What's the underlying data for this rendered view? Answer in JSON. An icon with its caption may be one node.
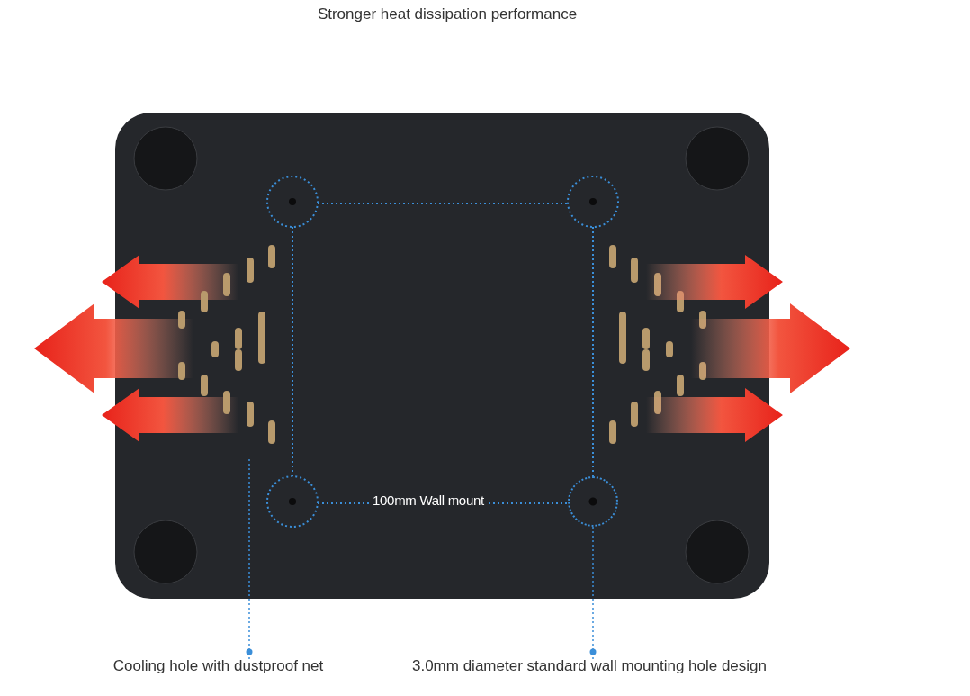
{
  "diagram": {
    "title": "Stronger heat dissipation performance",
    "nodes": [
      {
        "text": [
          "Cooling hole with dustproof net"
        ]
      },
      {
        "text": [],
        "shape": "picture"
      },
      {
        "text": [
          "3.0mm diameter standard wall mounting hole design"
        ]
      },
      {
        "text": [],
        "shape": "circle"
      }
    ],
    "edges": [
      {
        "from": 0,
        "to": 1,
        "arrow": "none"
      },
      {
        "from": 2,
        "to": 3,
        "arrow": "none"
      }
    ],
    "labels": [
      "100mm Wall mount"
    ]
  }
}
